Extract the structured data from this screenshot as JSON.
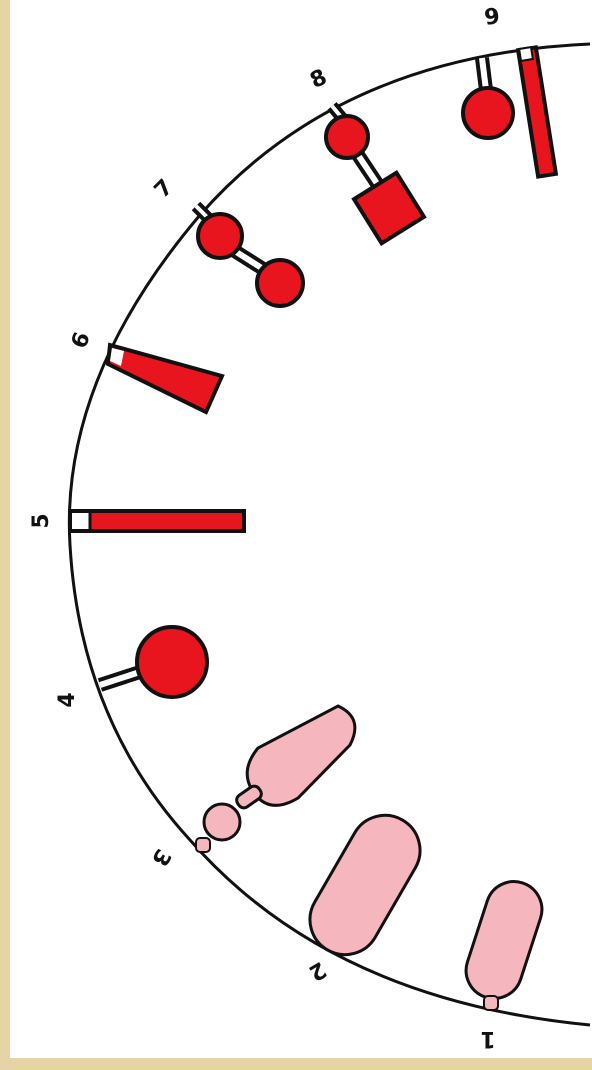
{
  "diagram": {
    "labels": [
      {
        "id": "1",
        "text": "1"
      },
      {
        "id": "2",
        "text": "2"
      },
      {
        "id": "3",
        "text": "3"
      },
      {
        "id": "4",
        "text": "4"
      },
      {
        "id": "5",
        "text": "5"
      },
      {
        "id": "6",
        "text": "6"
      },
      {
        "id": "7",
        "text": "7"
      },
      {
        "id": "8",
        "text": "8"
      },
      {
        "id": "9",
        "text": "9"
      }
    ]
  },
  "colors": {
    "background": "#e6d3a6",
    "panel": "#ffffff",
    "outline": "#111111",
    "active_fill": "#e8141e",
    "pale_fill": "#f6b6bd"
  }
}
